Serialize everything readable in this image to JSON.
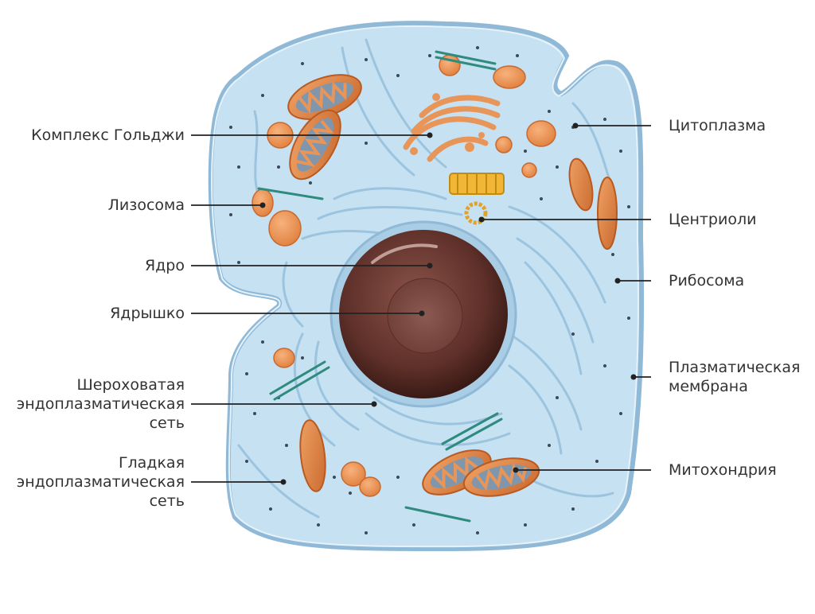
{
  "colors": {
    "cytoplasm": "#c6e1f2",
    "membrane": "#8fb9d6",
    "organelle": "#e8955a",
    "nucleus": "#6b3a33",
    "label_text": "#333333",
    "leader_line": "#222222"
  },
  "labels": {
    "golgi": "Комплекс Гольджи",
    "lysosome": "Лизосома",
    "nucleus": "Ядро",
    "nucleolus": "Ядрышко",
    "rough_er": [
      "Шероховатая",
      "эндоплазматическая",
      "сеть"
    ],
    "smooth_er": [
      "Гладкая",
      "эндоплазматическая",
      "сеть"
    ],
    "cytoplasm": "Цитоплазма",
    "centrioles": "Центриоли",
    "ribosome": "Рибосома",
    "plasma_membrane": [
      "Плазматическая",
      "мембрана"
    ],
    "mitochondrion": "Митохондрия"
  }
}
